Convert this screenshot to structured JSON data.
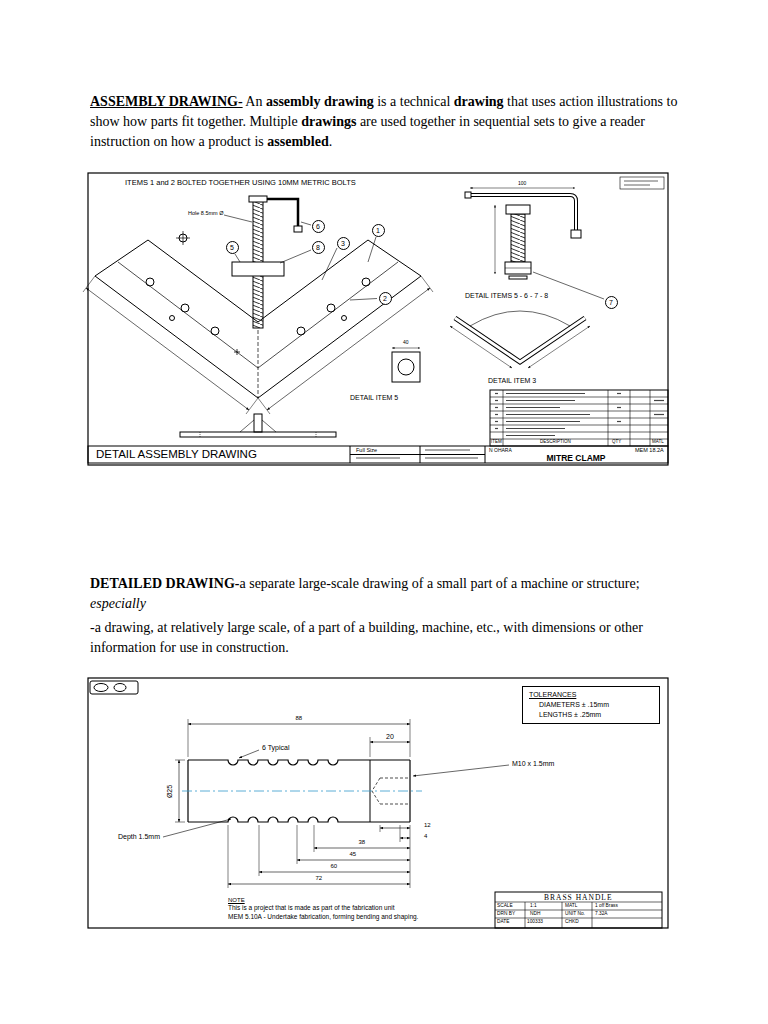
{
  "diagram": {
    "title": "ASSEMBLY DRAWING-",
    "nodes": [
      {
        "text": [
          "6"
        ]
      },
      {
        "text": [
          "5"
        ]
      },
      {
        "text": [
          "8"
        ]
      },
      {
        "text": [
          "3"
        ]
      },
      {
        "text": [
          "1"
        ]
      },
      {
        "text": [
          "2"
        ]
      },
      {
        "text": [
          "7"
        ]
      },
      {
        "text": [
          "TOLERANCES",
          "DIAMETERS ± .15mm",
          "LENGTHS ± .25mm"
        ]
      }
    ],
    "labels": [
      "An",
      "assembly drawing",
      "is a technical",
      "drawing",
      "that uses action illustrations to show how parts fit together. Multiple",
      "drawings",
      "are used together in sequential sets to give a reader instruction on how a product is",
      "assembled",
      ".",
      "DETAILED DRAWING-",
      "a separate large-scale drawing of a small part of a machine or structure;",
      "especially",
      "-a drawing, at relatively large scale, of a part of a building, machine, etc., with dimensions or other information for use in construction.",
      "ITEMS 1 and 2 BOLTED TOGETHER USING 10MM METRIC BOLTS",
      "Hole 8.5mm Ø",
      "DETAIL ITEMS 5 - 6 - 7 - 8",
      "DETAIL ITEM 3",
      "DETAIL ITEM 5",
      "DETAIL ASSEMBLY DRAWING",
      "Full Size",
      "MITRE CLAMP",
      "MEM 18.2A",
      "N OHARA",
      "ITEM",
      "DESCRIPTION",
      "QTY",
      "MATL",
      "100",
      "40",
      "88",
      "20",
      "6 Typical",
      "Ø25",
      "M10 x 1.5mm",
      "12",
      "4",
      "38",
      "45",
      "60",
      "72",
      "Depth 1.5mm",
      "NOTE",
      "This is a project that is made as part of the fabrication unit",
      "MEM 5.10A - Undertake fabrication, forming bending and shaping.",
      "BRASS HANDLE",
      "SCALE",
      "1:1",
      "DRN BY",
      "NDH",
      "DATE",
      "100333",
      "MATL",
      "1 off Brass",
      "UNIT No.",
      "7.32A",
      "CHKD"
    ]
  }
}
